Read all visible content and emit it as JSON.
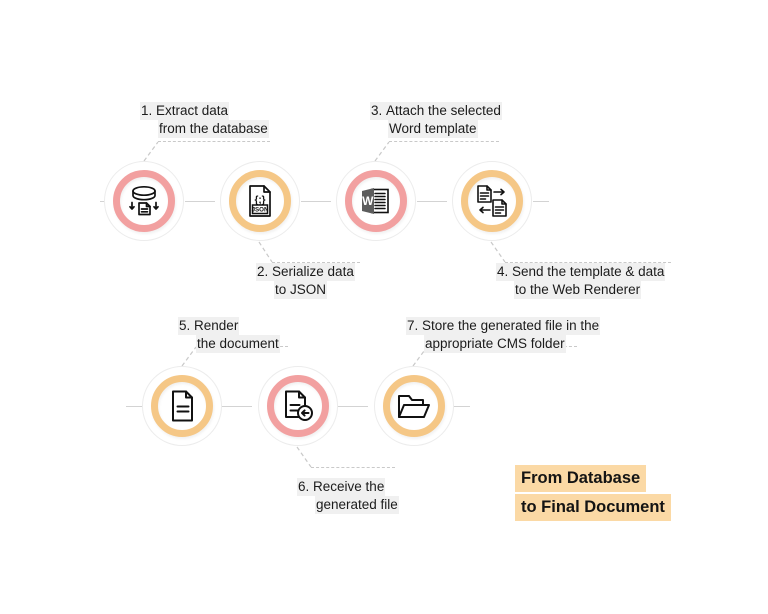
{
  "diagram": {
    "title": {
      "line1": "From Database",
      "line2": "to Final Document",
      "highlight_color": "#fbd9a5"
    },
    "colors": {
      "pink_ring": "#f2a0a0",
      "amber_ring": "#f5c786",
      "outer_ring": "#ececec",
      "connector": "#d3d3d3",
      "leader": "#c9c9c9",
      "label_highlight": "#f0f0f0",
      "text": "#1b1b1b"
    },
    "steps": [
      {
        "number": "1.",
        "line1": "Extract data",
        "line2": "from the database",
        "icon": "database-export-icon",
        "ring": "pink"
      },
      {
        "number": "2.",
        "line1": "Serialize data",
        "line2": "to JSON",
        "icon": "json-file-icon",
        "ring": "amber"
      },
      {
        "number": "3.",
        "line1": "Attach the selected",
        "line2": "Word template",
        "icon": "word-document-icon",
        "ring": "pink"
      },
      {
        "number": "4.",
        "line1": "Send the template & data",
        "line2": "to the Web Renderer",
        "icon": "document-exchange-icon",
        "ring": "amber"
      },
      {
        "number": "5.",
        "line1": "Render",
        "line2": "the document",
        "icon": "document-icon",
        "ring": "amber"
      },
      {
        "number": "6.",
        "line1": "Receive the",
        "line2": "generated file",
        "icon": "document-receive-icon",
        "ring": "pink"
      },
      {
        "number": "7.",
        "line1": "Store the generated file in the",
        "line2": "appropriate CMS folder",
        "icon": "folder-icon",
        "ring": "amber"
      }
    ]
  }
}
